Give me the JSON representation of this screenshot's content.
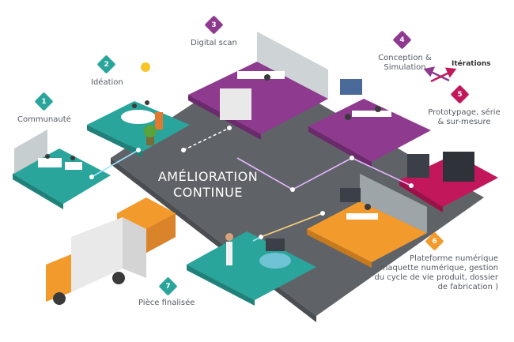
{
  "center": {
    "line1": "AMÉLIORATION",
    "line2": "CONTINUE"
  },
  "steps": [
    {
      "number": "1",
      "label": "Communauté",
      "color": "#2aa59b"
    },
    {
      "number": "2",
      "label": "Idéation",
      "color": "#2aa59b"
    },
    {
      "number": "3",
      "label": "Digital scan",
      "color": "#8e3a8e"
    },
    {
      "number": "4",
      "label_line1": "Conception &",
      "label_line2": "Simulation",
      "color": "#8e3a8e"
    },
    {
      "number": "5",
      "label_line1": "Prototypage, série",
      "label_line2": "& sur-mesure",
      "color": "#c2185b"
    },
    {
      "number": "6",
      "label_line1": "Plateforme numérique",
      "label_line2": "(maquette numérique, gestion",
      "label_line3": "du cycle de vie produit, dossier",
      "label_line4": "de fabrication )",
      "color": "#f39a2c"
    },
    {
      "number": "7",
      "label": "Pièce finalisée",
      "color": "#2aa59b"
    }
  ],
  "iterations": "Itérations",
  "colors": {
    "floor": "#5f6367",
    "teal": "#2aa59b",
    "purple": "#8e3a8e",
    "magenta": "#c2185b",
    "orange": "#f39a2c"
  }
}
